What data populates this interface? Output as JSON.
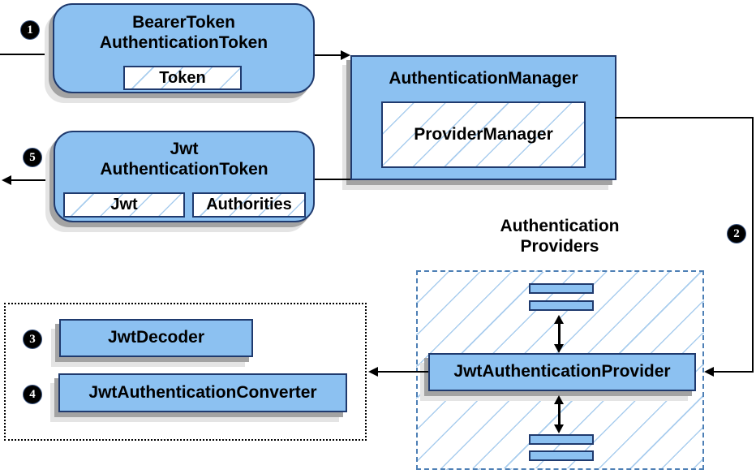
{
  "nodes": {
    "bearer_token": {
      "line1": "BearerToken",
      "line2": "AuthenticationToken",
      "chip": "Token"
    },
    "auth_manager": {
      "title": "AuthenticationManager",
      "chip": "ProviderManager"
    },
    "jwt_auth_token": {
      "line1": "Jwt",
      "line2": "AuthenticationToken",
      "chip_jwt": "Jwt",
      "chip_authorities": "Authorities"
    },
    "providers_group": {
      "line1": "Authentication",
      "line2": "Providers"
    },
    "jwt_auth_provider": {
      "title": "JwtAuthenticationProvider"
    },
    "jwt_decoder": {
      "title": "JwtDecoder"
    },
    "jwt_auth_converter": {
      "title": "JwtAuthenticationConverter"
    }
  },
  "steps": {
    "one": "1",
    "two": "2",
    "three": "3",
    "four": "4",
    "five": "5"
  },
  "colors": {
    "node_fill": "#8cc1f1",
    "node_border": "#1f3a6e",
    "hatch": "#a9cdee",
    "providers_border": "#4d7fb5",
    "shadow_dark": "#a3a3a3",
    "shadow_light": "#e4e4e4",
    "line": "#000000"
  }
}
